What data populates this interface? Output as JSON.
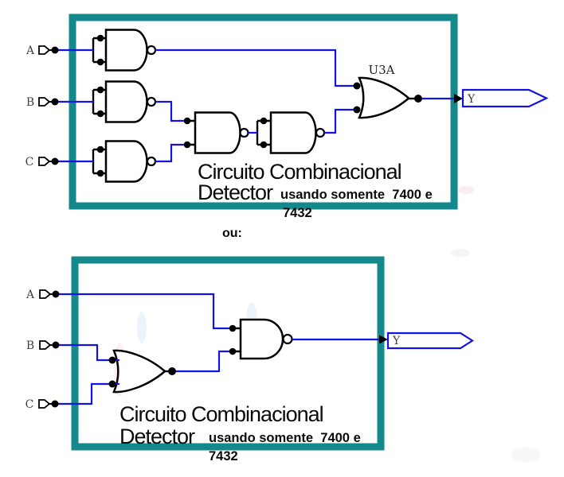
{
  "colors": {
    "teal_border": "#13898c",
    "wire_blue": "#1414e0",
    "label_gray": "#3f3f3f",
    "caption_black": "#0a0a0a"
  },
  "top_circuit": {
    "inputs": {
      "a": "A",
      "b": "B",
      "c": "C"
    },
    "or_gate_label": "U3A",
    "output_label": "Y",
    "caption_title": "Circuito Combinacional",
    "caption_subtitle": "Detector",
    "caption_note": "usando somente  7400 e",
    "caption_chip": "7432"
  },
  "separator_label": "ou:",
  "bottom_circuit": {
    "inputs": {
      "a": "A",
      "b": "B",
      "c": "C"
    },
    "output_label": "Y",
    "caption_title": "Circuito Combinacional",
    "caption_subtitle": "Detector",
    "caption_note": "usando somente  7400 e",
    "caption_chip": "7432"
  }
}
